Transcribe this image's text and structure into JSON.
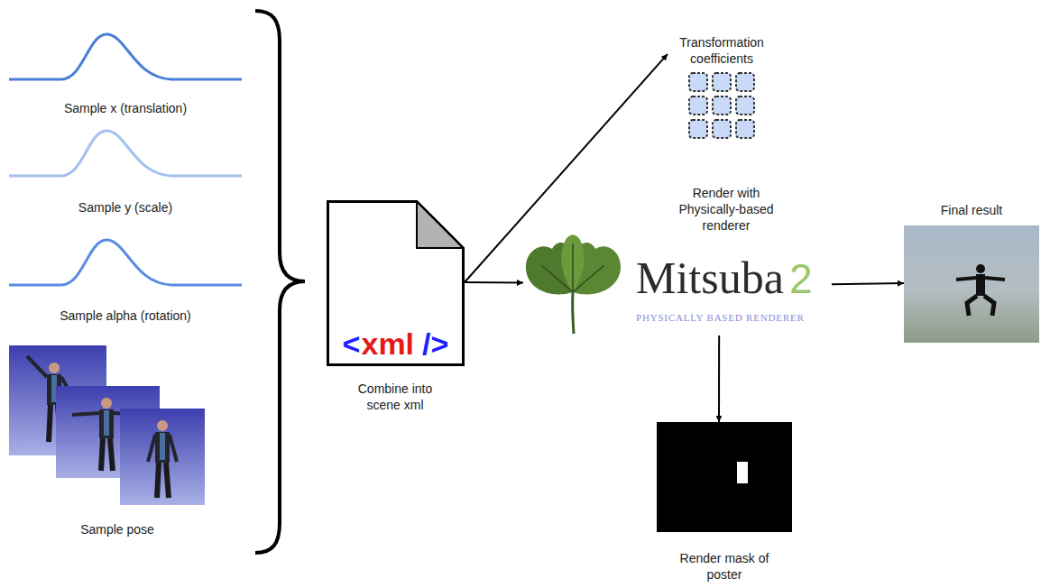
{
  "diagram": {
    "nodes": [
      {
        "text": [
          "<",
          "xml",
          "/>",
          "Combine into scene xml"
        ]
      },
      {
        "text": [
          "Transformation coefficients"
        ]
      },
      {
        "text": [
          "Render with Physically-based renderer",
          "Mitsuba",
          "2",
          "PHYSICALLY BASED RENDERER"
        ]
      },
      {
        "text": [
          "Final result"
        ]
      },
      {
        "text": [
          "Render mask of poster"
        ]
      }
    ],
    "edges": [
      {
        "from": 0,
        "to": 1,
        "arrow": "to"
      },
      {
        "from": 0,
        "to": 2,
        "arrow": "to"
      },
      {
        "from": 2,
        "to": 3,
        "arrow": "to"
      },
      {
        "from": 2,
        "to": 4,
        "arrow": "to"
      }
    ],
    "labels": [
      "Sample x (translation)",
      "Sample y (scale)",
      "Sample alpha (rotation)",
      "Sample pose"
    ]
  }
}
